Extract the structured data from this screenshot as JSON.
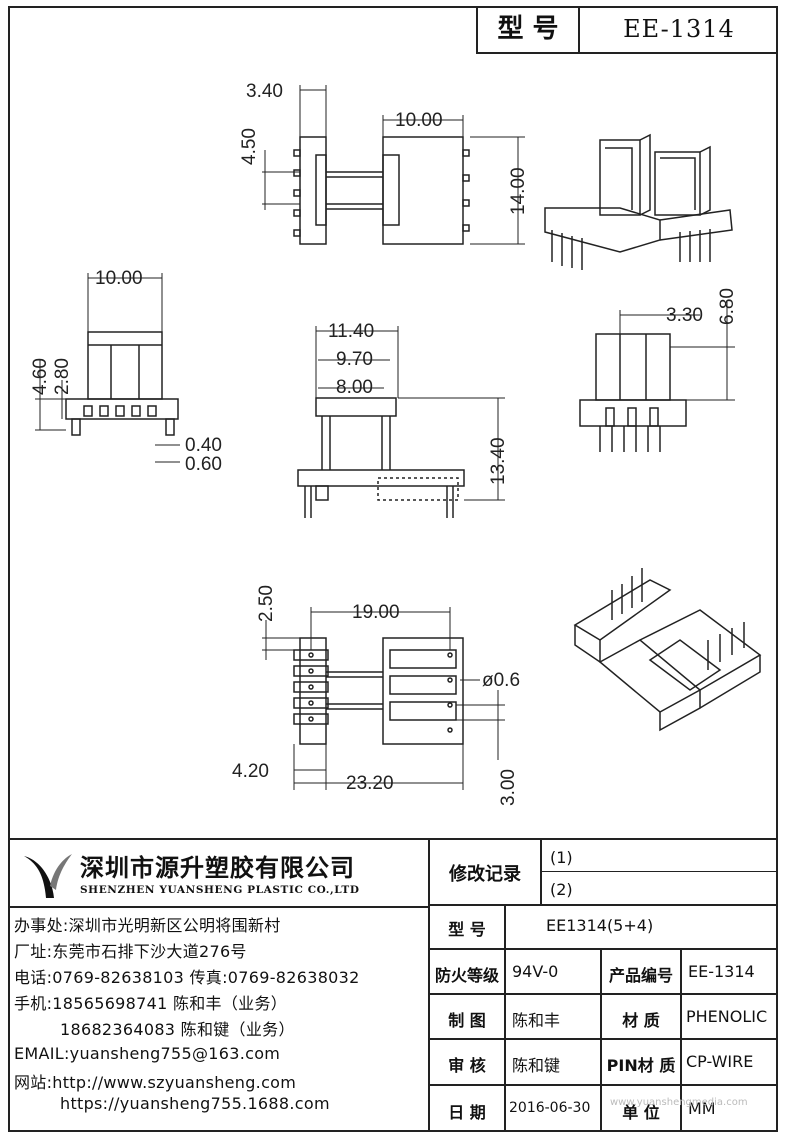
{
  "header": {
    "model_label": "型 号",
    "model_value": "EE-1314"
  },
  "dimensions": {
    "d1": "3.40",
    "d2": "4.50",
    "d3": "10.00",
    "d4": "14.00",
    "d5": "10.00",
    "d6": "4.60",
    "d7": "2.80",
    "d8": "0.40",
    "d9": "0.60",
    "d10": "11.40",
    "d11": "9.70",
    "d12": "8.00",
    "d13": "13.40",
    "d14": "3.30",
    "d15": "6.80",
    "d16": "2.50",
    "d17": "19.00",
    "d18": "ø0.6",
    "d19": "4.20",
    "d20": "23.20",
    "d21": "3.00"
  },
  "company": {
    "cn_name": "深圳市源升塑胶有限公司",
    "en_name": "SHENZHEN YUANSHENG PLASTIC CO.,LTD",
    "office": "办事处:深圳市光明新区公明将围新村",
    "factory": "厂址:东莞市石排下沙大道276号",
    "phone": "电话:0769-82638103 传真:0769-82638032",
    "mobile1": "手机:18565698741 陈和丰（业务）",
    "mobile2": "18682364083 陈和键（业务）",
    "email": "EMAIL:yuansheng755@163.com",
    "web1": "网站:http://www.szyuansheng.com",
    "web2": "https://yuansheng755.1688.com"
  },
  "table": {
    "revision_label": "修改记录",
    "rev1": "(1)",
    "rev2": "(2)",
    "model_label": "型  号",
    "model_value": "EE1314(5+4)",
    "fire_label": "防火等级",
    "fire_value": "94V-0",
    "product_no_label": "产品编号",
    "product_no_value": "EE-1314",
    "drawn_label": "制  图",
    "drawn_value": "陈和丰",
    "material_label": "材  质",
    "material_value": "PHENOLIC",
    "review_label": "审  核",
    "review_value": "陈和键",
    "pin_material_label": "PIN材 质",
    "pin_material_value": "CP-WIRE",
    "date_label": "日  期",
    "date_value": "2016-06-30",
    "unit_label": "单  位",
    "unit_value": "MM"
  },
  "watermark": "www.yuanshengmedia.com"
}
